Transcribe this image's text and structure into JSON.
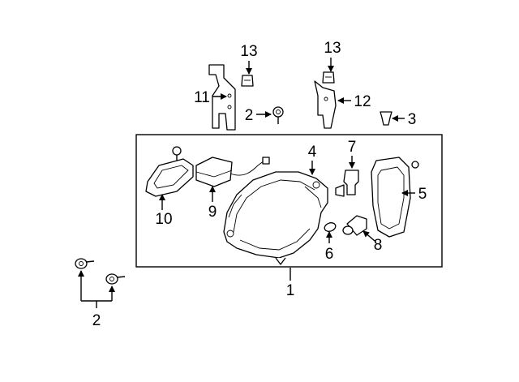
{
  "callouts": {
    "c1": "1",
    "c2_top": "2",
    "c2_bottom": "2",
    "c3": "3",
    "c4": "4",
    "c5": "5",
    "c6": "6",
    "c7": "7",
    "c8": "8",
    "c9": "9",
    "c10": "10",
    "c11": "11",
    "c12": "12",
    "c13_left": "13",
    "c13_right": "13"
  }
}
